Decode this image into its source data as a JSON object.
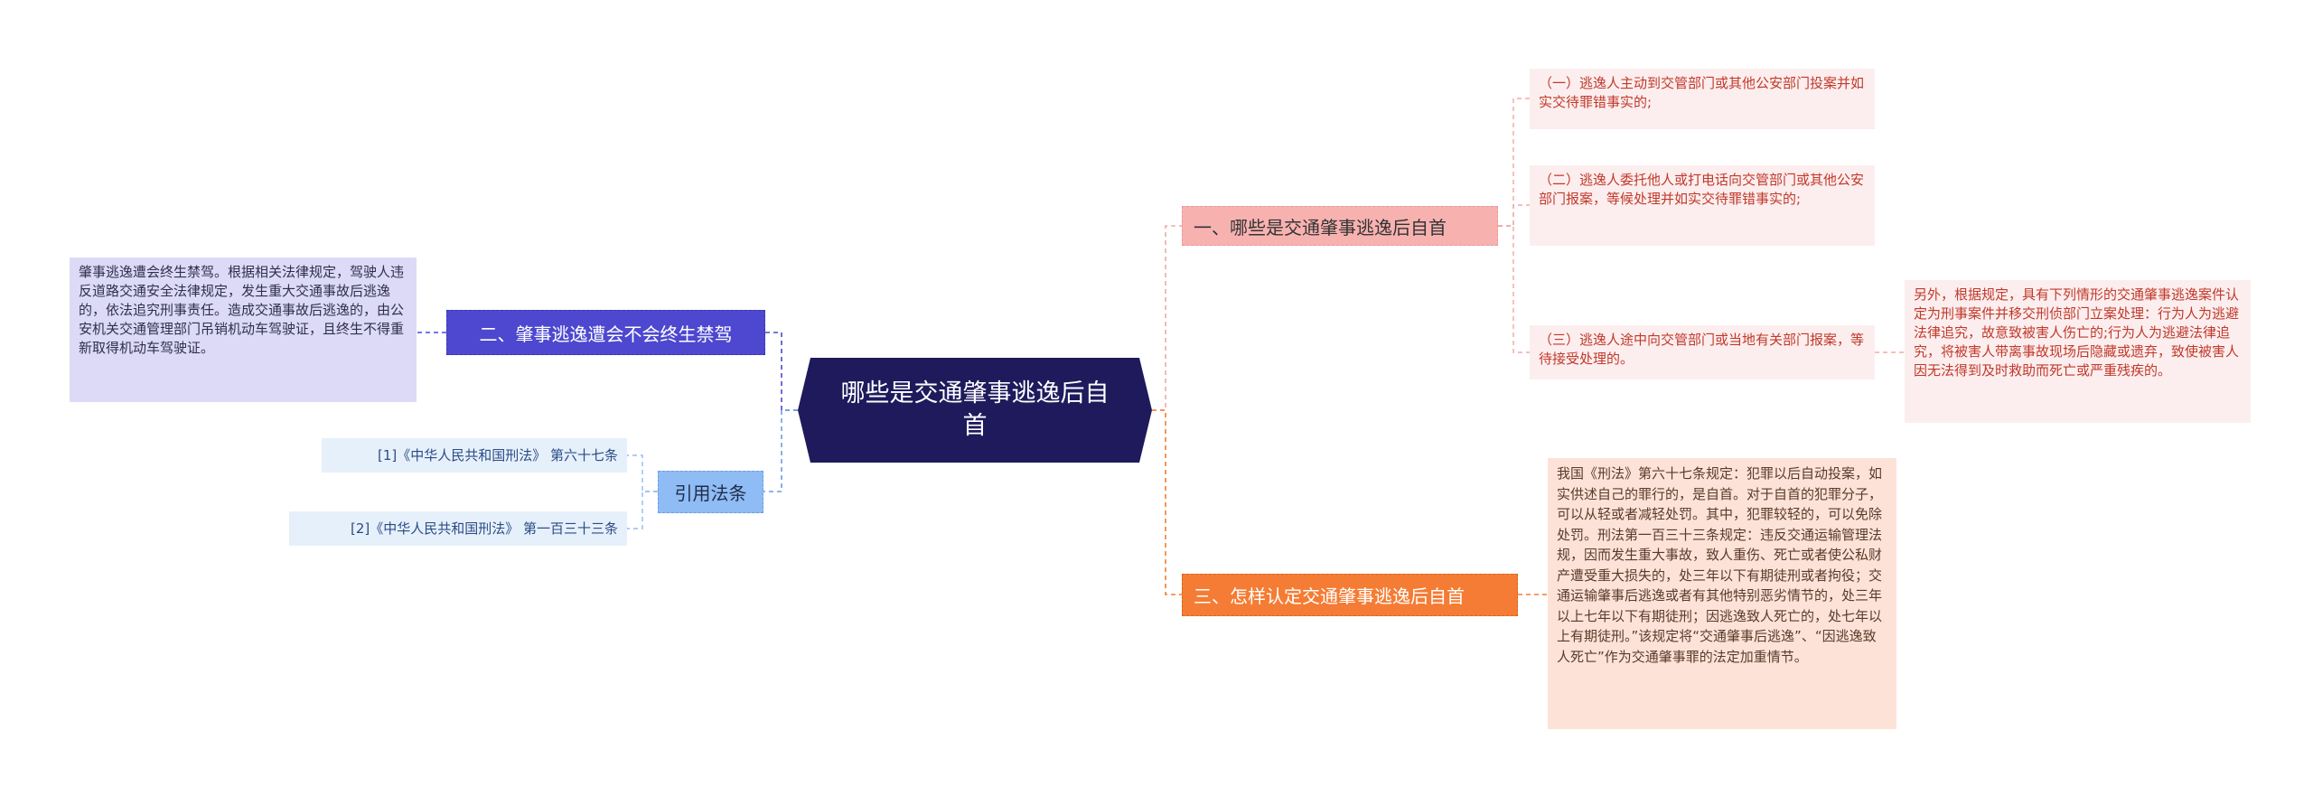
{
  "root": {
    "title": "哪些是交通肇事逃逸后自首"
  },
  "branches": {
    "b1": {
      "label": "一、哪些是交通肇事逃逸后自首",
      "color": "#f7b2b0",
      "items": [
        "（一）逃逸人主动到交管部门或其他公安部门投案并如实交待罪错事实的;",
        "（二）逃逸人委托他人或打电话向交管部门或其他公安部门报案，等候处理并如实交待罪错事实的;",
        "（三）逃逸人途中向交管部门或当地有关部门报案，等待接受处理的。"
      ],
      "sub_note": "另外，根据规定，具有下列情形的交通肇事逃逸案件认定为刑事案件并移交刑侦部门立案处理：行为人为逃避法律追究，故意致被害人伤亡的;行为人为逃避法律追究，将被害人带离事故现场后隐藏或遗弃，致使被害人因无法得到及时救助而死亡或严重残疾的。"
    },
    "b2": {
      "label": "二、肇事逃逸遭会不会终生禁驾",
      "color": "#4d48cf",
      "note": "肇事逃逸遭会终生禁驾。根据相关法律规定，驾驶人违反道路交通安全法律规定，发生重大交通事故后逃逸的，依法追究刑事责任。造成交通事故后逃逸的，由公安机关交通管理部门吊销机动车驾驶证，且终生不得重新取得机动车驾驶证。"
    },
    "b3": {
      "label": "三、怎样认定交通肇事逃逸后自首",
      "color": "#f57c34",
      "note": "我国《刑法》第六十七条规定：犯罪以后自动投案，如实供述自己的罪行的，是自首。对于自首的犯罪分子，可以从轻或者减轻处罚。其中，犯罪较轻的，可以免除处罚。刑法第一百三十三条规定：违反交通运输管理法规，因而发生重大事故，致人重伤、死亡或者使公私财产遭受重大损失的，处三年以下有期徒刑或者拘役；交通运输肇事后逃逸或者有其他特别恶劣情节的，处三年以上七年以下有期徒刑；因逃逸致人死亡的，处七年以上有期徒刑。”该规定将“交通肇事后逃逸”、“因逃逸致人死亡”作为交通肇事罪的法定加重情节。"
    },
    "refs": {
      "label": "引用法条",
      "color": "#8fbcf5",
      "items": [
        "[1]《中华人民共和国刑法》 第六十七条",
        "[2]《中华人民共和国刑法》 第一百三十三条"
      ]
    }
  }
}
